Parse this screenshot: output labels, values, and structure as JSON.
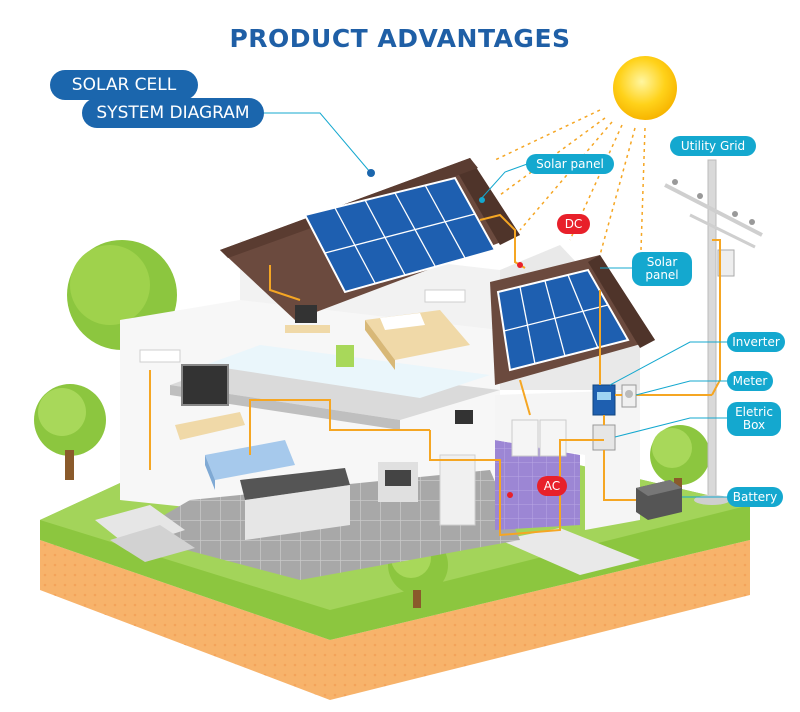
{
  "title": "PRODUCT ADVANTAGES",
  "subtitle": {
    "line1": "SOLAR CELL",
    "line2": "SYSTEM DIAGRAM"
  },
  "labels": {
    "solar_panel_top": "Solar panel",
    "dc": "DC",
    "solar_panel_side_1": "Solar",
    "solar_panel_side_2": "panel",
    "utility_grid": "Utility Grid",
    "inverter": "Inverter",
    "meter": "Meter",
    "eletric_box_1": "Eletric",
    "eletric_box_2": "Box",
    "battery": "Battery",
    "ac": "AC"
  },
  "icons": [
    "sun-icon",
    "house-illustration",
    "tree-icon",
    "utility-pole-icon",
    "battery-icon",
    "inverter-icon",
    "meter-icon",
    "electric-box-icon"
  ],
  "colors": {
    "title_blue": "#1f5fa6",
    "pill_blue": "#1b66ad",
    "label_cyan": "#14a8cf",
    "label_red": "#e8202a",
    "wire_orange": "#f5a623",
    "grass_green": "#8cc63f",
    "soil_orange": "#f7b36b",
    "roof_brown": "#6b4a3e",
    "panel_blue": "#1e5fb0",
    "sun_yellow": "#ffd21a"
  }
}
